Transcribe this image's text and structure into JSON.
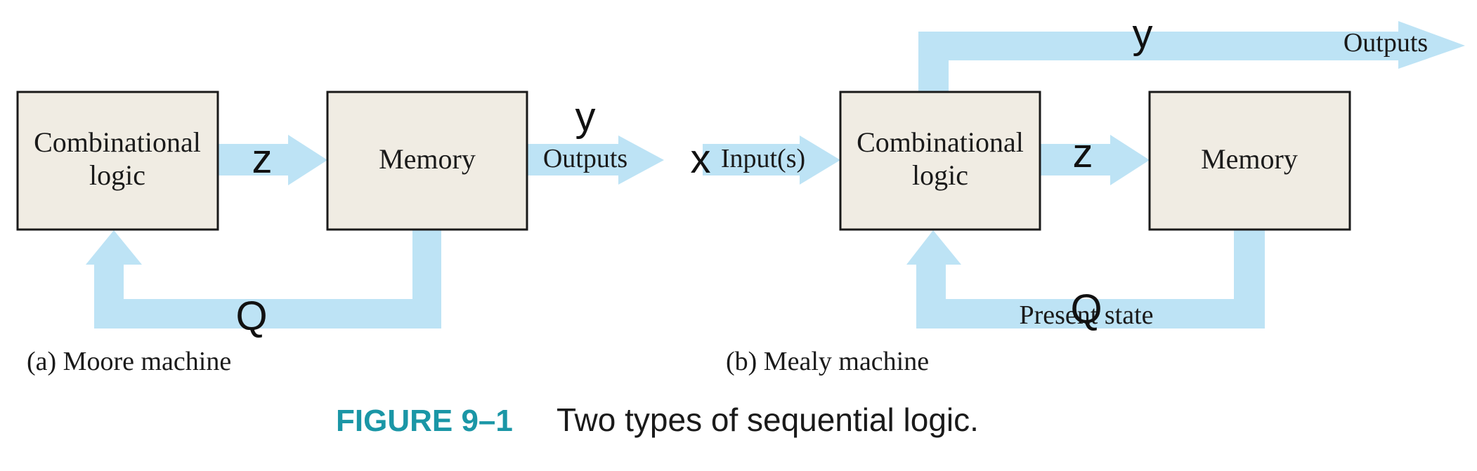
{
  "moore": {
    "comb_line1": "Combinational",
    "comb_line2": "logic",
    "memory": "Memory",
    "z": "z",
    "y": "y",
    "outputs": "Outputs",
    "q": "Q",
    "caption": "(a)  Moore machine"
  },
  "mealy": {
    "x": "x",
    "inputs": "Input(s)",
    "comb_line1": "Combinational",
    "comb_line2": "logic",
    "memory": "Memory",
    "z": "z",
    "y": "y",
    "outputs": "Outputs",
    "q": "Q",
    "present_state": "Present state",
    "caption": "(b)  Mealy machine"
  },
  "figure": {
    "label": "FIGURE 9–1",
    "title": "Two types of sequential logic."
  },
  "colors": {
    "flow_arrow": "#bde3f5",
    "box_fill": "#f0ece3",
    "figure_label": "#1a96a6"
  }
}
